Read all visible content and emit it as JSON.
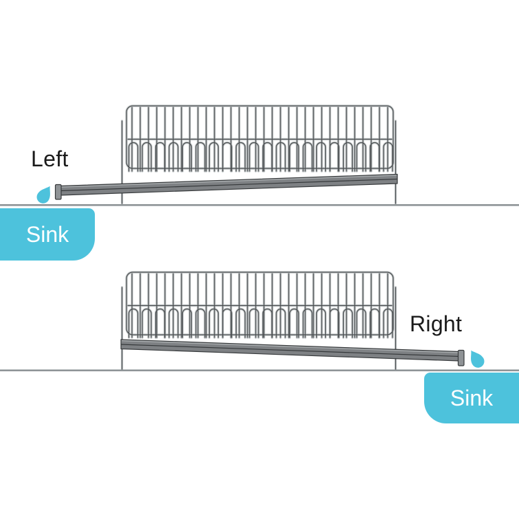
{
  "diagrams": [
    {
      "direction_label": "Left",
      "sink_label": "Sink"
    },
    {
      "direction_label": "Right",
      "sink_label": "Sink"
    }
  ],
  "icons": {
    "water_drop_icon": "teal teardrop"
  },
  "colors": {
    "accent_teal": "#4DC2DC",
    "sink_text": "#FFFFFF",
    "label_text": "#1A1A1A",
    "counter_line": "#8E9497",
    "wire_light": "#C6CACB",
    "wire_dark": "#4A4E50",
    "tray_fill": "#7E8184",
    "tray_edge": "#36393B"
  }
}
